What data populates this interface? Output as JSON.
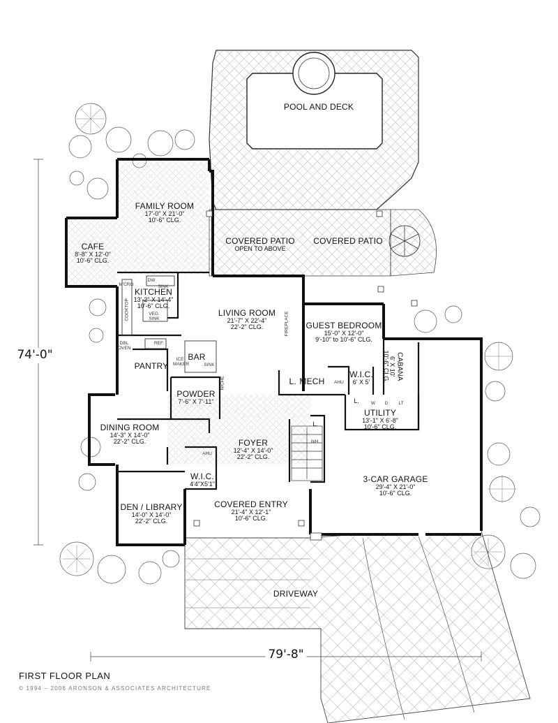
{
  "plan": {
    "title": "FIRST FLOOR PLAN",
    "copyright": "© 1994 – 2006 ARONSON & ASSOCIATES ARCHITECTURE",
    "overall_depth": "74'-0\"",
    "overall_width": "79'-8\""
  },
  "rooms": {
    "pool": {
      "name": "POOL AND DECK"
    },
    "family": {
      "name": "FAMILY ROOM",
      "size": "17'-0\" X 21'-0\"",
      "ceiling": "10'-6\" CLG."
    },
    "cafe": {
      "name": "CAFE",
      "size": "8'-8\" X 12'-0\"",
      "ceiling": "10'-6\" CLG."
    },
    "covered_patio_left": {
      "name": "COVERED PATIO",
      "note": "OPEN TO ABOVE"
    },
    "covered_patio_right": {
      "name": "COVERED PATIO"
    },
    "kitchen": {
      "name": "KITCHEN",
      "size": "13'-2\" X 14'-4\"",
      "ceiling": "10'-6\" CLG."
    },
    "living": {
      "name": "LIVING ROOM",
      "size": "21'-7\" X 22'-4\"",
      "ceiling": "22'-2\" CLG."
    },
    "guest": {
      "name": "GUEST BEDROOM",
      "size": "15'-0\" X 12'-0\"",
      "ceiling": "9'-10\" to 10'-6\" CLG."
    },
    "cabana": {
      "name": "CABANA",
      "size": "6' X 10'",
      "ceiling": "10'-6\" CLG."
    },
    "bar": {
      "name": "BAR"
    },
    "pantry": {
      "name": "PANTRY"
    },
    "mech": {
      "name": "MECH",
      "prefix": "L."
    },
    "wic_guest": {
      "name": "W.I.C.",
      "size": "6' X 5'"
    },
    "powder": {
      "name": "POWDER",
      "size": "7'-6\" X 7'-11\""
    },
    "utility": {
      "name": "UTILITY",
      "size": "13'-1\" X 6'-8\"",
      "ceiling": "10'-6\" CLG."
    },
    "dining": {
      "name": "DINING ROOM",
      "size": "14'-3\" X 14'-0\"",
      "ceiling": "22'-2\" CLG."
    },
    "foyer": {
      "name": "FOYER",
      "size": "12'-4\" X 14'-0\"",
      "ceiling": "22'-2\" CLG."
    },
    "garage": {
      "name": "3-CAR GARAGE",
      "size": "29'-4\" X 21'-0\"",
      "ceiling": "10'-6\" CLG."
    },
    "wic_front": {
      "name": "W.I.C.",
      "size": "4'4\"X5'1\""
    },
    "den": {
      "name": "DEN / LIBRARY",
      "size": "14'-0\" X 14'-0\"",
      "ceiling": "22'-2\" CLG."
    },
    "covered_entry": {
      "name": "COVERED ENTRY",
      "size": "21'-4\" X 12'-1\"",
      "ceiling": "10'-6\" CLG."
    },
    "driveway": {
      "name": "DRIVEWAY"
    }
  },
  "fixtures": {
    "dw": "DW",
    "sink": "SINK",
    "mcro": "M'CRO",
    "cooktop": "COOKTOP",
    "veg_sink": "VEG. SINK",
    "ref": "REF.",
    "dbl_oven": "DBL OVEN",
    "ice_maker": "ICE MAKER",
    "bar_sink": "SINK",
    "niche": "NICHE",
    "fireplace": "FIREPLACE",
    "ahu": "AHU",
    "ahu2": "AHU",
    "wh": "WH",
    "w": "W",
    "d": "D",
    "lt": "LT",
    "l_utility": "L.",
    "l_foyer": "L."
  }
}
